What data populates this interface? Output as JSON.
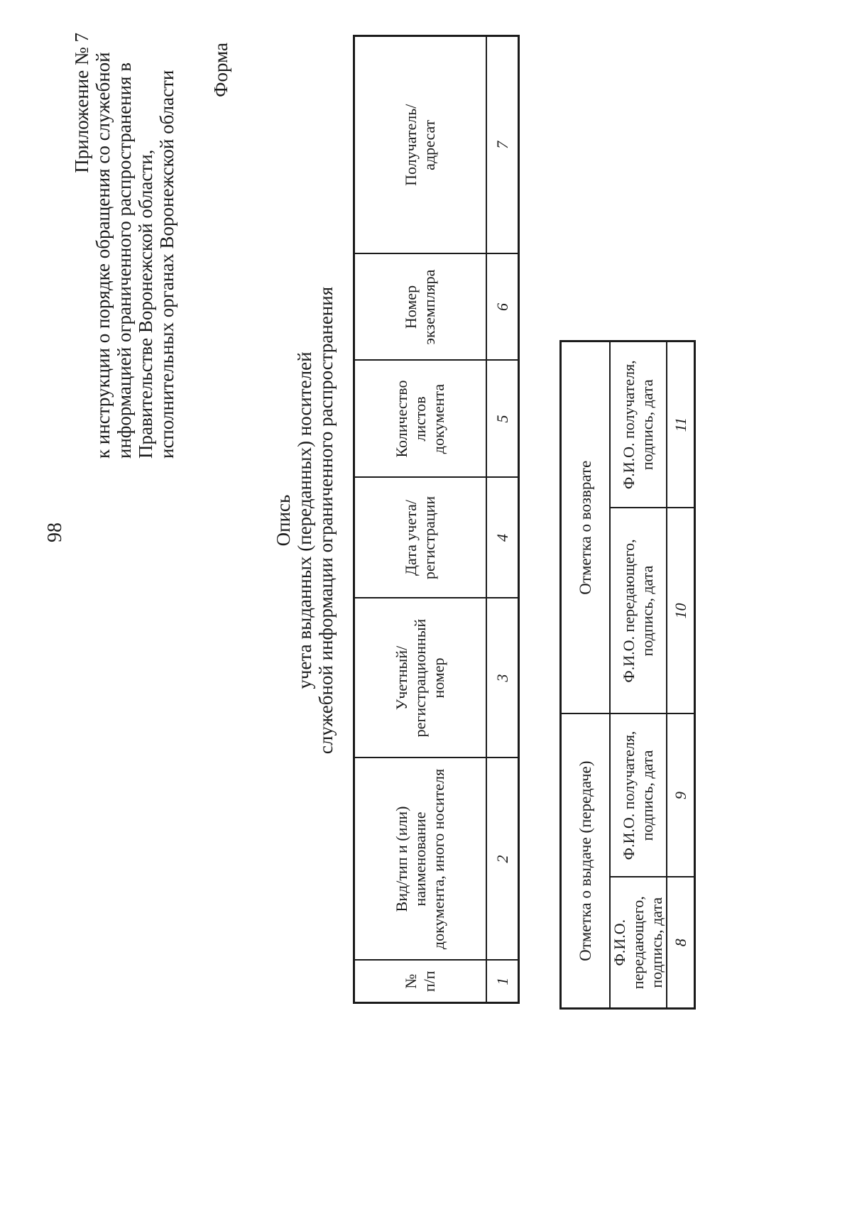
{
  "page": {
    "page_number": "98",
    "form_label": "Форма"
  },
  "appendix_header": {
    "line1": "Приложение № 7",
    "line2": "к инструкции о порядке обращения со служебной",
    "line3": "информацией ограниченного распространения в",
    "line4": "Правительстве Воронежской области,",
    "line5": "исполнительных органах Воронежской области"
  },
  "title": {
    "line1": "Опись",
    "line2": "учета выданных (переданных) носителей",
    "line3": "служебной информации ограниченного распространения"
  },
  "main_table": {
    "columns": [
      {
        "line1": "№",
        "line2": "п/п",
        "number": "1"
      },
      {
        "line1": "Вид/тип и (или) наименование",
        "line2": "документа, иного носителя",
        "number": "2"
      },
      {
        "line1": "Учетный/",
        "line2": "регистрационный номер",
        "number": "3"
      },
      {
        "line1": "Дата учета/",
        "line2": "регистрации",
        "number": "4"
      },
      {
        "line1": "Количество",
        "line2": "листов",
        "line3": "документа",
        "number": "5"
      },
      {
        "line1": "Номер",
        "line2": "экземпляра",
        "number": "6"
      },
      {
        "line1": "Получатель/",
        "line2": "адресат",
        "number": "7"
      }
    ]
  },
  "marks_table": {
    "groups": [
      {
        "label": "Отметка о выдаче (передаче)"
      },
      {
        "label": "Отметка о возврате"
      }
    ],
    "columns": [
      {
        "line1": "Ф.И.О. передающего,",
        "line2": "подпись, дата",
        "number": "8"
      },
      {
        "line1": "Ф.И.О. получателя,",
        "line2": "подпись, дата",
        "number": "9"
      },
      {
        "line1": "Ф.И.О. передающего,",
        "line2": "подпись, дата",
        "number": "10"
      },
      {
        "line1": "Ф.И.О. получателя,",
        "line2": "подпись, дата",
        "number": "11"
      }
    ]
  },
  "colors": {
    "background": "#ffffff",
    "ink": "#1b1b1b"
  }
}
